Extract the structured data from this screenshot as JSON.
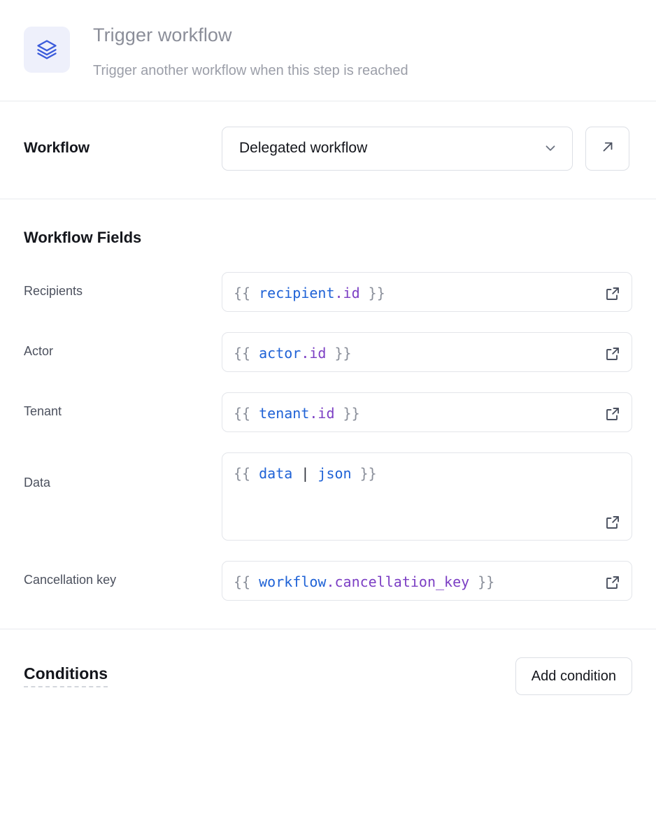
{
  "header": {
    "icon": "layers-stack-icon",
    "title": "Trigger workflow",
    "subtitle": "Trigger another workflow when this step is reached",
    "icon_color": "#3b5bdb",
    "icon_bg": "#eef0fb"
  },
  "workflow": {
    "label": "Workflow",
    "selected": "Delegated workflow",
    "chevron_icon": "chevron-down-icon",
    "open_icon": "arrow-up-right-icon"
  },
  "fields": {
    "title": "Workflow Fields",
    "items": [
      {
        "label": "Recipients",
        "value": "{{ recipient.id }}",
        "multiline": false,
        "tokens": [
          {
            "text": "{{ ",
            "type": "brace"
          },
          {
            "text": "recipient",
            "type": "obj"
          },
          {
            "text": ".id",
            "type": "prop"
          },
          {
            "text": " }}",
            "type": "brace"
          }
        ]
      },
      {
        "label": "Actor",
        "value": "{{ actor.id }}",
        "multiline": false,
        "tokens": [
          {
            "text": "{{ ",
            "type": "brace"
          },
          {
            "text": "actor",
            "type": "obj"
          },
          {
            "text": ".id",
            "type": "prop"
          },
          {
            "text": " }}",
            "type": "brace"
          }
        ]
      },
      {
        "label": "Tenant",
        "value": "{{ tenant.id }}",
        "multiline": false,
        "tokens": [
          {
            "text": "{{ ",
            "type": "brace"
          },
          {
            "text": "tenant",
            "type": "obj"
          },
          {
            "text": ".id",
            "type": "prop"
          },
          {
            "text": " }}",
            "type": "brace"
          }
        ]
      },
      {
        "label": "Data",
        "value": "{{ data | json }}",
        "multiline": true,
        "tokens": [
          {
            "text": "{{ ",
            "type": "brace"
          },
          {
            "text": "data",
            "type": "obj"
          },
          {
            "text": " | ",
            "type": "pipe"
          },
          {
            "text": "json",
            "type": "obj"
          },
          {
            "text": " }}",
            "type": "brace"
          }
        ]
      },
      {
        "label": "Cancellation key",
        "value": "{{ workflow.cancellation_key }}",
        "multiline": false,
        "tokens": [
          {
            "text": "{{ ",
            "type": "brace"
          },
          {
            "text": "workflow",
            "type": "obj"
          },
          {
            "text": ".cancellation_key",
            "type": "prop"
          },
          {
            "text": " }}",
            "type": "brace"
          }
        ]
      }
    ],
    "expand_icon": "external-link-icon"
  },
  "conditions": {
    "title": "Conditions",
    "add_label": "Add condition"
  },
  "colors": {
    "divider": "#e8eaee",
    "border": "#dcdfe5",
    "token_object": "#1f62d6",
    "token_property": "#7c3fc4",
    "token_brace": "#8a8f9a"
  }
}
